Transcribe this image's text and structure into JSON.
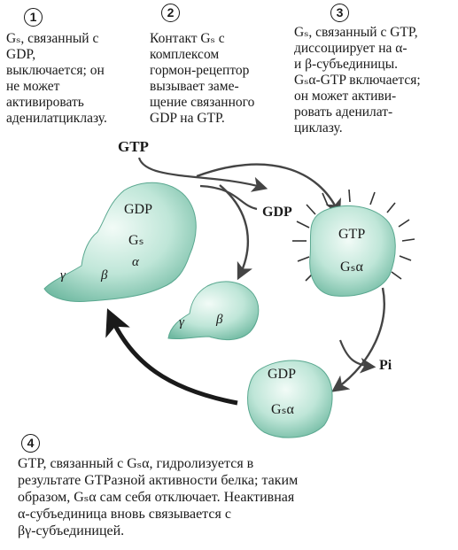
{
  "steps": [
    {
      "number": "1",
      "text": "Gₛ, связанный с\nGDP,\nвыключается; он\nне может\nактивировать\nаденилатциклазу."
    },
    {
      "number": "2",
      "text": "Контакт Gₛ с\nкомплексом\nгормон-рецептор\nвызывает заме-\nщение связанного\nGDP на GTP."
    },
    {
      "number": "3",
      "text": "Gₛ, связанный с GTP,\nдиссоциирует на α-\nи β-субъединицы.\nGₛα-GTP включается;\nон может активи-\nровать аденилат-\nциклазу."
    },
    {
      "number": "4",
      "text": "GTP, связанный с Gₛα, гидролизуется в\nрезультате GTPазной активности белка; таким\nобразом, Gₛα сам себя отключает. Неактивная\nα-субъединица вновь связывается с\nβγ-субъединицей."
    }
  ],
  "labels": {
    "gtp_input": "GTP",
    "gdp_released": "GDP",
    "pi_released": "Pi",
    "complex_gdp": "GDP",
    "complex_gs": "Gₛ",
    "complex_alpha": "α",
    "complex_beta": "β",
    "complex_gamma": "γ",
    "active_gtp": "GTP",
    "active_gsa": "Gₛα",
    "free_gamma": "γ",
    "free_beta": "β",
    "inactive_gdp": "GDP",
    "inactive_gsa": "Gₛα"
  },
  "colors": {
    "protein_fill": "#bfe6d8",
    "protein_edge": "#5aa890",
    "arrow": "#444444",
    "text": "#1a1a1a"
  }
}
